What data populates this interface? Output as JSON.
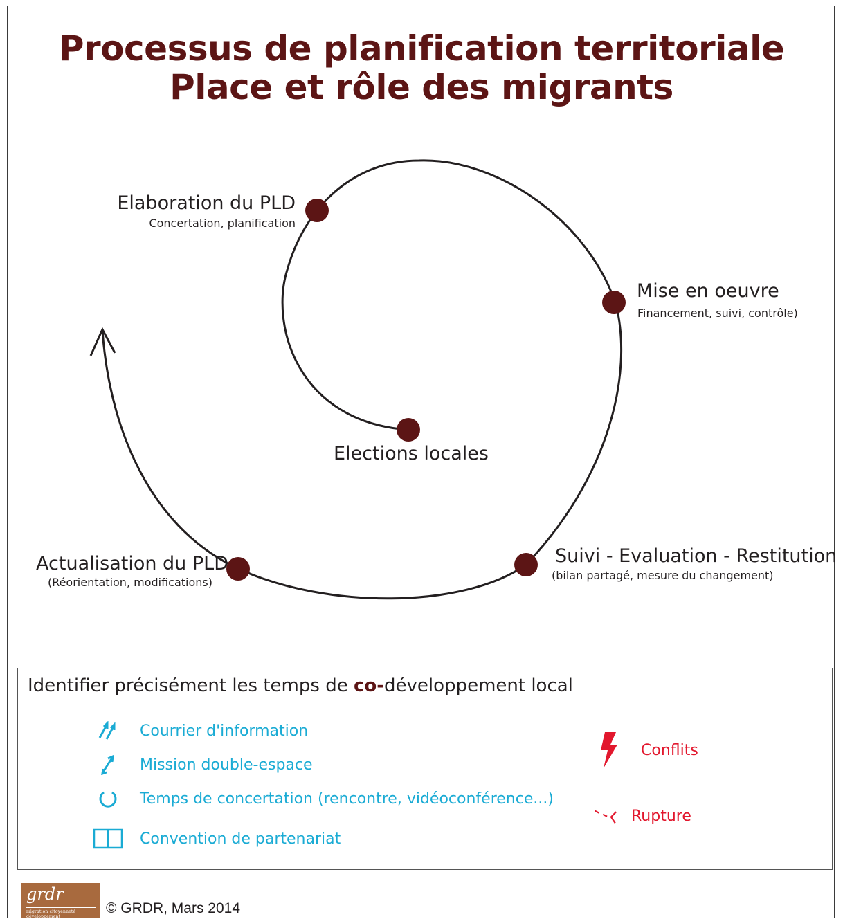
{
  "title": {
    "line1": "Processus de planification territoriale",
    "line2": "Place et rôle des migrants"
  },
  "stages": {
    "elections": {
      "label": "Elections locales"
    },
    "elaboration": {
      "label": "Elaboration du PLD",
      "detail": "Concertation, planification"
    },
    "mise_en_oeuvre": {
      "label": "Mise en oeuvre",
      "detail": "Financement, suivi, contrôle)"
    },
    "suivi": {
      "label": "Suivi - Evaluation - Restitution",
      "detail": "(bilan partagé, mesure du changement)"
    },
    "actualisation": {
      "label": "Actualisation du PLD",
      "detail": "(Réorientation, modifications)"
    }
  },
  "legend": {
    "heading_before": "Identifier précisément les temps de ",
    "heading_emphasis": "co-",
    "heading_after": "développement local",
    "items": [
      {
        "label": "Courrier d'information",
        "icon": "double-arrow-icon"
      },
      {
        "label": "Mission double-espace",
        "icon": "single-arrow-icon"
      },
      {
        "label": "Temps de concertation (rencontre, vidéoconférence...)",
        "icon": "circle-arrows-icon"
      },
      {
        "label": "Convention de partenariat",
        "icon": "split-rectangle-icon"
      },
      {
        "label": "Conflits",
        "icon": "lightning-icon"
      },
      {
        "label": "Rupture",
        "icon": "broken-link-icon"
      }
    ]
  },
  "colors": {
    "title": "#5c1515",
    "node": "#5c1515",
    "legend_cyan": "#1aabd4",
    "legend_red": "#e2172d",
    "logo": "#a86a3e"
  },
  "footer": {
    "logo_text": "grdr",
    "logo_tagline": "migration citoyenneté développement",
    "copyright": "© GRDR, Mars 2014"
  }
}
